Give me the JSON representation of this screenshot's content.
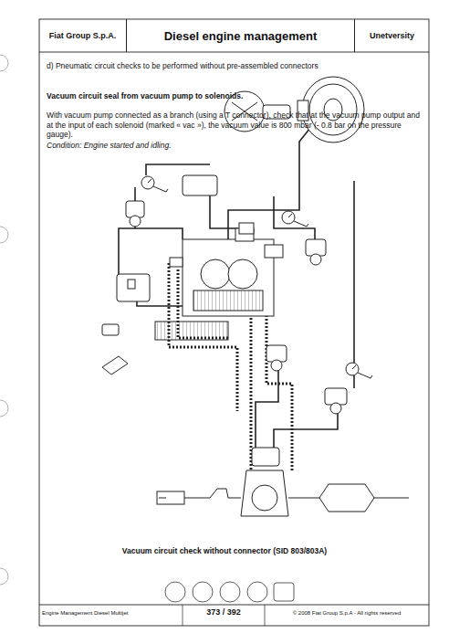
{
  "diagram": {
    "caption": "Vacuum circuit check without connector (SID 803/803A)",
    "nodes": [
      {
        "text": [
          "Fiat Group S.p.A."
        ]
      },
      {
        "text": [
          "Diesel engine management"
        ]
      },
      {
        "text": [
          "Unetversity"
        ]
      }
    ],
    "edges": [],
    "labels": [
      "d) Pneumatic circuit checks to be performed without pre-assembled connectors",
      "Vacuum circuit seal from vacuum pump to solenoids.",
      "With vacuum pump connected as a branch (using a T connector), check that at the vacuum pump output and at the input of each solenoid (marked « vac »), the vacuum value is 800 mbar (- 0.8 bar on the pressure gauge).",
      "Condition: Engine started and idling.",
      "Engine Management Diesel Multijet",
      "373 / 392",
      "© 2008 Fiat Group S.p.A - All rights reserved"
    ]
  }
}
